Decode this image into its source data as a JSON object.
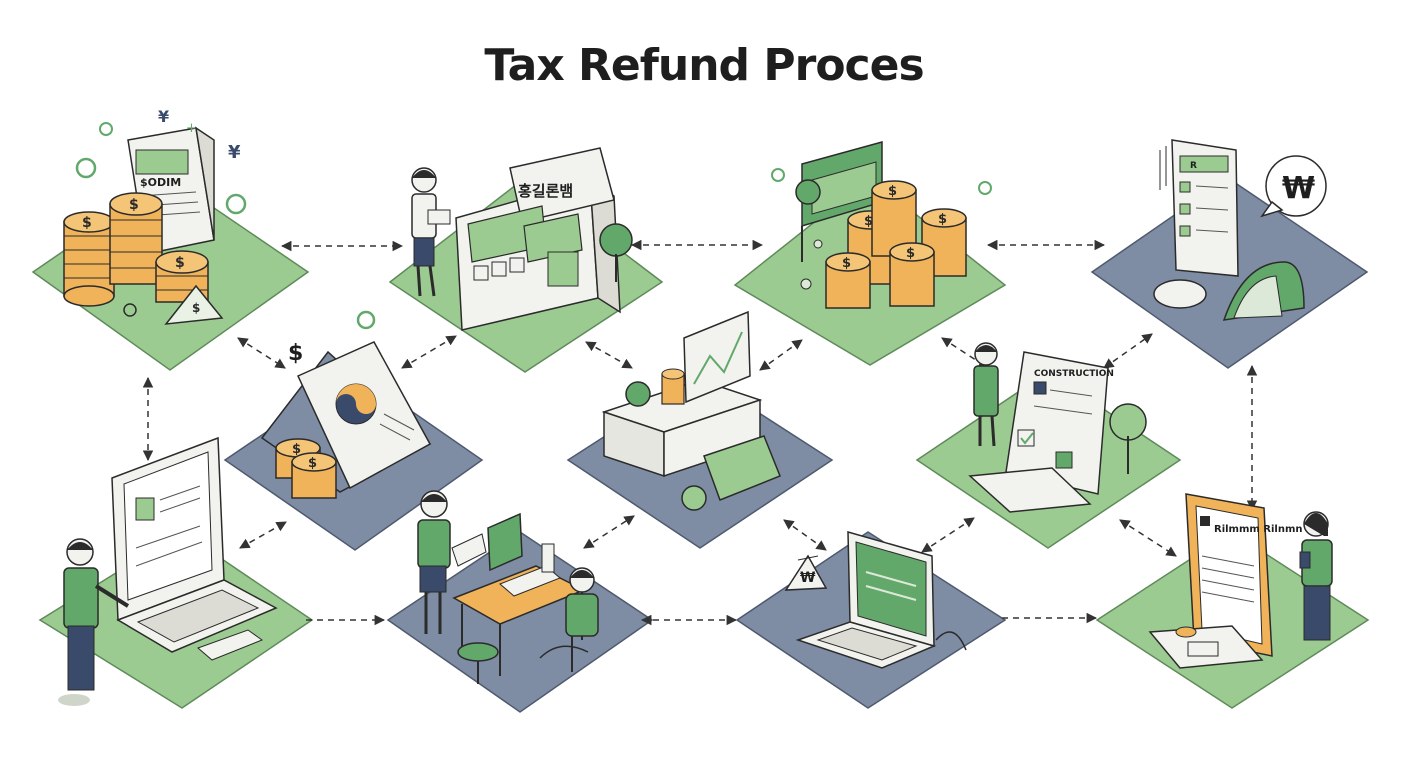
{
  "title": "Tax Refund Proces",
  "colors": {
    "green_tile": "#9ccb92",
    "blue_tile": "#7e8ca4",
    "accent_green": "#63a86b",
    "coin": "#f0b35a",
    "ink": "#2b2b2b",
    "paper": "#f2f2ee"
  },
  "stations": [
    {
      "id": "coin-stack-document",
      "tile": "green",
      "label": "$ODIM"
    },
    {
      "id": "atm-kiosk",
      "tile": "green",
      "label": "홍길론뱀"
    },
    {
      "id": "coin-pile-board",
      "tile": "green",
      "label": ""
    },
    {
      "id": "won-tax-form",
      "tile": "blue",
      "label": "₩"
    },
    {
      "id": "tax-folder",
      "tile": "blue",
      "label": "$"
    },
    {
      "id": "cabinet-chart",
      "tile": "blue",
      "label": ""
    },
    {
      "id": "form-checklist",
      "tile": "green",
      "label": "CONSTRUCTION"
    },
    {
      "id": "laptop-user",
      "tile": "green",
      "label": ""
    },
    {
      "id": "desk-workers",
      "tile": "blue",
      "label": ""
    },
    {
      "id": "laptop-calendar",
      "tile": "blue",
      "label": "₩"
    },
    {
      "id": "tablet-person",
      "tile": "green",
      "label": "Rilmmm Rilnmn"
    }
  ]
}
